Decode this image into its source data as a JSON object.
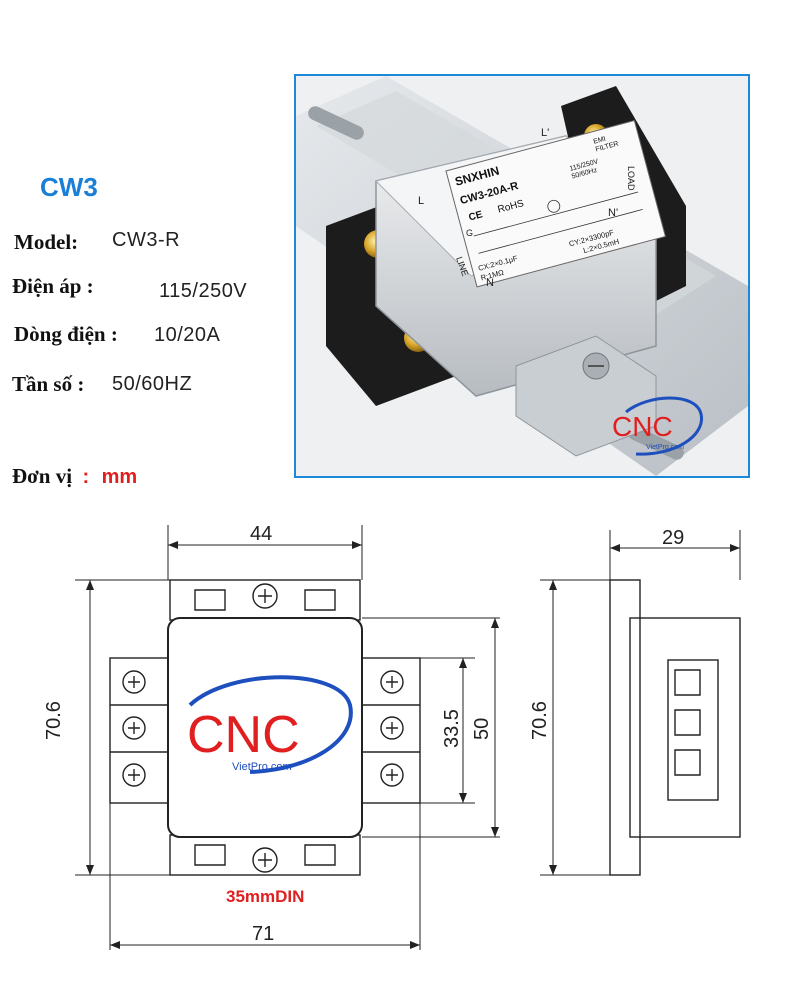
{
  "header": {
    "title": "CW3"
  },
  "specs": [
    {
      "label": "Model:",
      "value": "CW3-R"
    },
    {
      "label": "Điện áp :",
      "value": "115/250V"
    },
    {
      "label": "Dòng điện :",
      "value": "10/20A"
    },
    {
      "label": "Tần số :",
      "value": "50/60HZ"
    }
  ],
  "unit": {
    "label": "Đơn vị",
    "sep": ":",
    "value": "mm"
  },
  "photo": {
    "brand": "SNXHIN",
    "model": "CW3-20A-R",
    "filter_type_1": "EMI",
    "filter_type_2": "FILTER",
    "rating_1": "115/250V",
    "rating_2": "50/60Hz",
    "rohs": "RoHS",
    "ce": "CE",
    "cx": "CX:2×0.1μF",
    "r": "R:1MΩ",
    "cy": "CY:2×3300pF",
    "l": "L:2×0.5mH",
    "line_label": "LINE",
    "load_label": "LOAD",
    "term_l": "L",
    "term_n": "N",
    "term_g": "G",
    "term_lp": "L'",
    "term_np": "N'"
  },
  "logo": {
    "text": "CNC",
    "sub": "VietPro.com"
  },
  "drawing": {
    "width_top": "44",
    "height_left": "70.6",
    "terminal_span": "33.5",
    "body_height": "50",
    "width_bottom": "71",
    "din": "35mmDIN",
    "side_depth": "29",
    "side_height": "70.6"
  },
  "colors": {
    "accent_blue": "#1a7fd6",
    "accent_red": "#e02020",
    "frame_blue": "#1e88d8"
  }
}
